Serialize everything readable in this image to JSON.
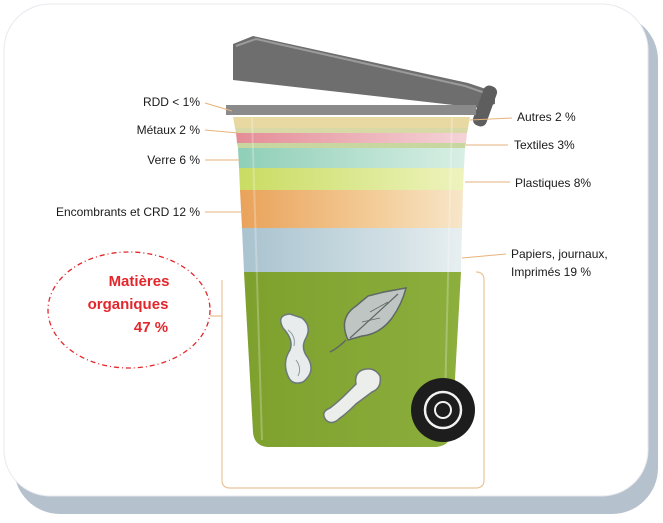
{
  "figure": {
    "labels_left": [
      {
        "text": "RDD < 1%"
      },
      {
        "text": "Métaux 2 %"
      },
      {
        "text": "Verre 6 %"
      },
      {
        "text": "Encombrants et CRD 12 %"
      }
    ],
    "labels_right": [
      {
        "text": "Autres 2 %"
      },
      {
        "text": "Textiles 3%"
      },
      {
        "text": "Plastiques 8%"
      },
      {
        "text": "Papiers, journaux,"
      },
      {
        "text": "Imprimés 19 %"
      }
    ],
    "organic": {
      "line1": "Matières",
      "line2": "organiques",
      "line3": "47 %"
    }
  },
  "colors": {
    "organic_text": "#e3262b",
    "bin_green": "#7fa332",
    "lid_grey": "#6f6f6f",
    "layer_rdd": "#d9d9a8",
    "layer_autres": "#eed39a",
    "layer_metaux": "#e9a0a6",
    "layer_textiles": "#c8d6a0",
    "layer_verre": "#9ed4c0",
    "layer_plastiques": "#cfe07a",
    "layer_encombrants": "#eeb56c",
    "layer_papiers": "#b7cdd6"
  },
  "icons": [
    "apple-core-icon",
    "leaf-icon",
    "chicken-bone-icon",
    "wheel-icon"
  ]
}
